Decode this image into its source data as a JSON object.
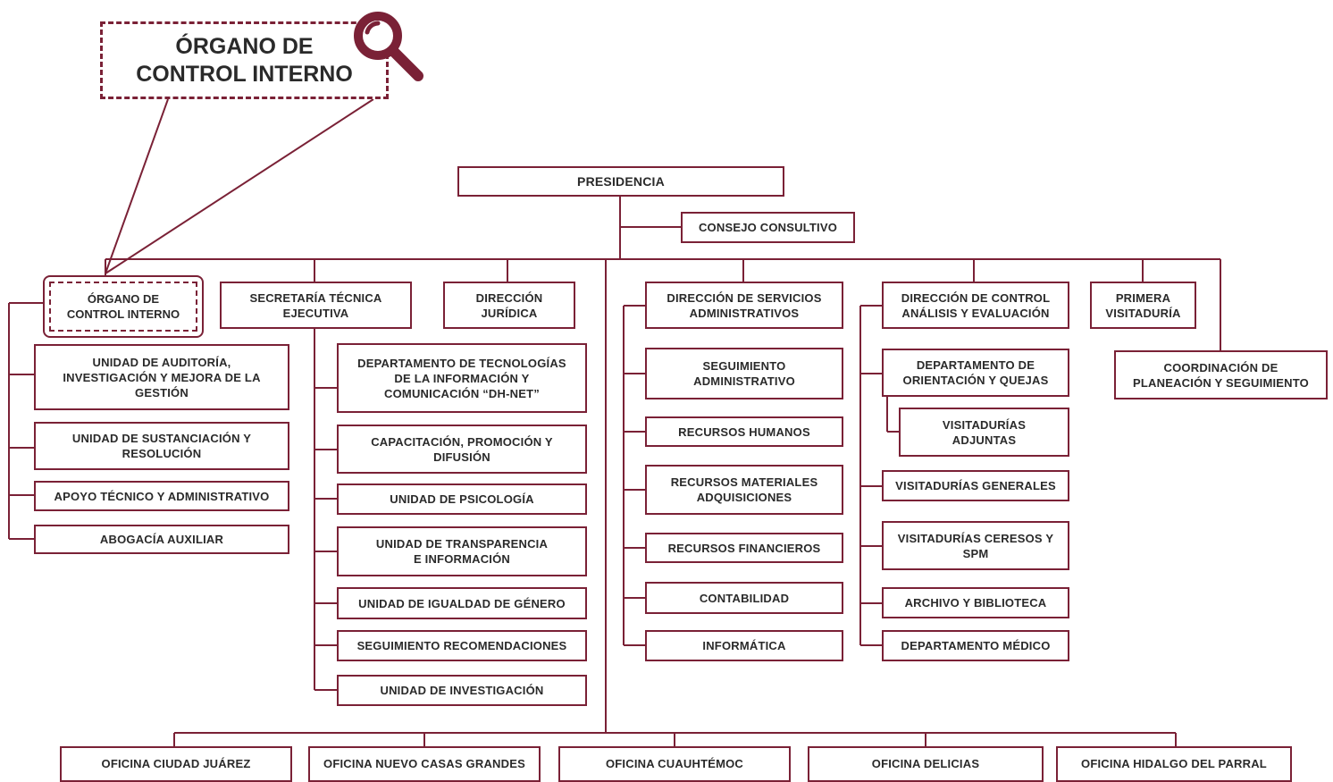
{
  "colors": {
    "line": "#7a2136",
    "text": "#2a2a2a",
    "background": "#ffffff"
  },
  "callout": {
    "title": "ÓRGANO DE\nCONTROL INTERNO",
    "icon": "magnifier-icon"
  },
  "presidencia": "PRESIDENCIA",
  "consejo": "CONSEJO CONSULTIVO",
  "organo_control": {
    "title": "ÓRGANO DE\nCONTROL INTERNO",
    "children": [
      "UNIDAD DE AUDITORÍA,\nINVESTIGACIÓN Y MEJORA DE LA\nGESTIÓN",
      "UNIDAD DE SUSTANCIACIÓN Y\nRESOLUCIÓN",
      "APOYO TÉCNICO Y ADMINISTRATIVO",
      "ABOGACÍA AUXILIAR"
    ]
  },
  "secretaria": {
    "title": "SECRETARÍA TÉCNICA\nEJECUTIVA",
    "children": [
      "DEPARTAMENTO DE TECNOLOGÍAS\nDE LA INFORMACIÓN Y\nCOMUNICACIÓN “DH-NET”",
      "CAPACITACIÓN, PROMOCIÓN Y\nDIFUSIÓN",
      "UNIDAD DE PSICOLOGÍA",
      "UNIDAD DE TRANSPARENCIA\nE INFORMACIÓN",
      "UNIDAD DE IGUALDAD DE GÉNERO",
      "SEGUIMIENTO RECOMENDACIONES",
      "UNIDAD DE INVESTIGACIÓN"
    ]
  },
  "juridica": "DIRECCIÓN\nJURÍDICA",
  "servicios": {
    "title": "DIRECCIÓN DE SERVICIOS\nADMINISTRATIVOS",
    "children": [
      "SEGUIMIENTO\nADMINISTRATIVO",
      "RECURSOS HUMANOS",
      "RECURSOS MATERIALES\nADQUISICIONES",
      "RECURSOS FINANCIEROS",
      "CONTABILIDAD",
      "INFORMÁTICA"
    ]
  },
  "control": {
    "title": "DIRECCIÓN DE CONTROL\nANÁLISIS Y EVALUACIÓN",
    "orientacion": "DEPARTAMENTO DE\nORIENTACIÓN Y QUEJAS",
    "adjuntas": "VISITADURÍAS\nADJUNTAS",
    "children": [
      "VISITADURÍAS GENERALES",
      "VISITADURÍAS CERESOS Y\nSPM",
      "ARCHIVO Y BIBLIOTECA",
      "DEPARTAMENTO MÉDICO"
    ]
  },
  "primera": "PRIMERA\nVISITADURÍA",
  "coordinacion": "COORDINACIÓN DE\nPLANEACIÓN Y SEGUIMIENTO",
  "oficinas": [
    "OFICINA CIUDAD JUÁREZ",
    "OFICINA NUEVO CASAS GRANDES",
    "OFICINA CUAUHTÉMOC",
    "OFICINA DELICIAS",
    "OFICINA HIDALGO DEL PARRAL"
  ]
}
